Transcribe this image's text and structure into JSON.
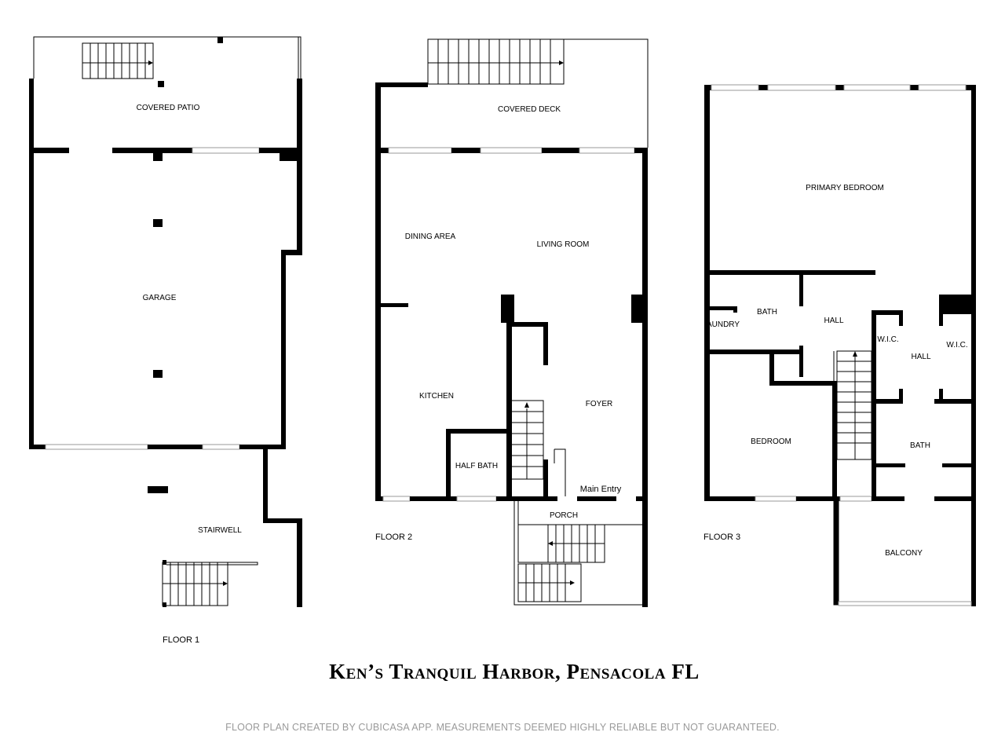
{
  "title": "Ken’s Tranquil Harbor, Pensacola FL",
  "footer": "FLOOR PLAN CREATED BY CUBICASA APP. MEASUREMENTS DEEMED HIGHLY RELIABLE BUT NOT GUARANTEED.",
  "floor1": {
    "label": "FLOOR 1",
    "rooms": {
      "covered_patio": "COVERED PATIO",
      "garage": "GARAGE",
      "stairwell": "STAIRWELL"
    }
  },
  "floor2": {
    "label": "FLOOR 2",
    "rooms": {
      "covered_deck": "COVERED DECK",
      "dining_area": "DINING AREA",
      "living_room": "LIVING ROOM",
      "kitchen": "KITCHEN",
      "foyer": "FOYER",
      "half_bath": "HALF BATH",
      "main_entry": "Main Entry",
      "porch": "PORCH"
    }
  },
  "floor3": {
    "label": "FLOOR 3",
    "rooms": {
      "primary_bedroom": "PRIMARY BEDROOM",
      "bath1": "BATH",
      "laundry": "AUNDRY",
      "hall1": "HALL",
      "wic1": "W.I.C.",
      "hall2": "HALL",
      "wic2": "W.I.C.",
      "bedroom": "BEDROOM",
      "bath2": "BATH",
      "balcony": "BALCONY"
    }
  }
}
